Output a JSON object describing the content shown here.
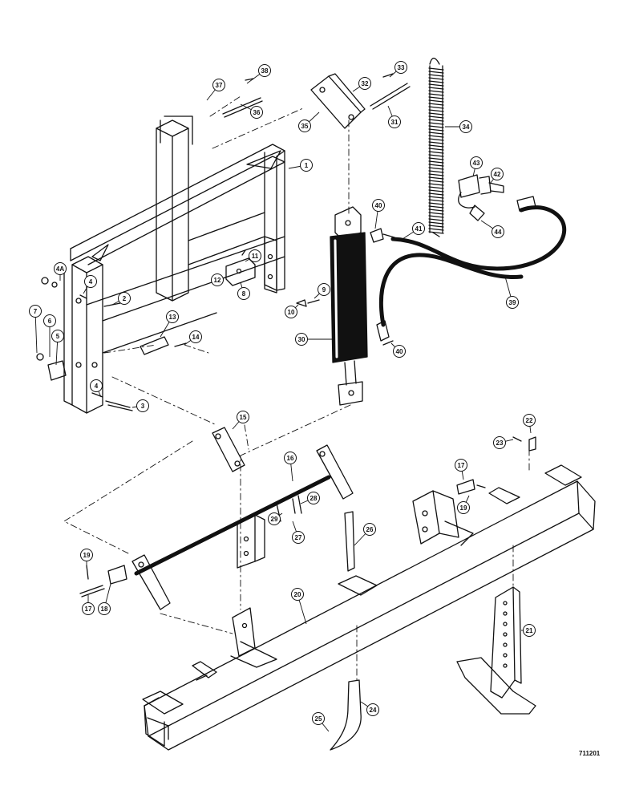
{
  "figure_id": "711201",
  "colors": {
    "ink": "#111111",
    "paper": "#ffffff"
  },
  "callouts": [
    {
      "id": "c38",
      "label": "38"
    },
    {
      "id": "c37",
      "label": "37"
    },
    {
      "id": "c36",
      "label": "36"
    },
    {
      "id": "c33",
      "label": "33"
    },
    {
      "id": "c32",
      "label": "32"
    },
    {
      "id": "c31",
      "label": "31"
    },
    {
      "id": "c35",
      "label": "35"
    },
    {
      "id": "c34",
      "label": "34"
    },
    {
      "id": "c1",
      "label": "1"
    },
    {
      "id": "c43",
      "label": "43"
    },
    {
      "id": "c42",
      "label": "42"
    },
    {
      "id": "c40a",
      "label": "40"
    },
    {
      "id": "c41",
      "label": "41"
    },
    {
      "id": "c44",
      "label": "44"
    },
    {
      "id": "c11",
      "label": "11"
    },
    {
      "id": "c12",
      "label": "12"
    },
    {
      "id": "c8",
      "label": "8"
    },
    {
      "id": "c4Aa",
      "label": "4A"
    },
    {
      "id": "c4a",
      "label": "4"
    },
    {
      "id": "c2",
      "label": "2"
    },
    {
      "id": "c7",
      "label": "7"
    },
    {
      "id": "c6",
      "label": "6"
    },
    {
      "id": "c5",
      "label": "5"
    },
    {
      "id": "c9",
      "label": "9"
    },
    {
      "id": "c10",
      "label": "10"
    },
    {
      "id": "c39",
      "label": "39"
    },
    {
      "id": "c13",
      "label": "13"
    },
    {
      "id": "c14",
      "label": "14"
    },
    {
      "id": "c30",
      "label": "30"
    },
    {
      "id": "c40b",
      "label": "40"
    },
    {
      "id": "c4b",
      "label": "4"
    },
    {
      "id": "c3",
      "label": "3"
    },
    {
      "id": "c15",
      "label": "15"
    },
    {
      "id": "c22",
      "label": "22"
    },
    {
      "id": "c23",
      "label": "23"
    },
    {
      "id": "c16",
      "label": "16"
    },
    {
      "id": "c17a",
      "label": "17"
    },
    {
      "id": "c19a",
      "label": "19"
    },
    {
      "id": "c28",
      "label": "28"
    },
    {
      "id": "c29",
      "label": "29"
    },
    {
      "id": "c27",
      "label": "27"
    },
    {
      "id": "c26",
      "label": "26"
    },
    {
      "id": "c19b",
      "label": "19"
    },
    {
      "id": "c18",
      "label": "18"
    },
    {
      "id": "c17b",
      "label": "17"
    },
    {
      "id": "c20",
      "label": "20"
    },
    {
      "id": "c21",
      "label": "21"
    },
    {
      "id": "c24",
      "label": "24"
    },
    {
      "id": "c25",
      "label": "25"
    }
  ]
}
